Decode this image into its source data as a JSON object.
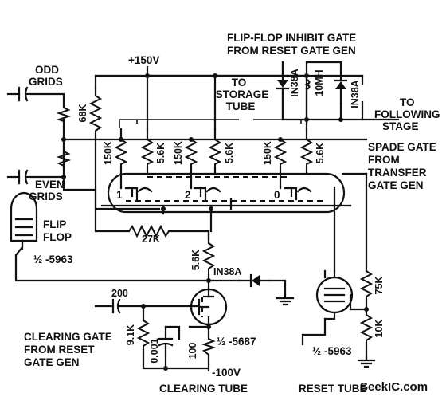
{
  "labels": {
    "supply_plus": "+150V",
    "inhibit_line1": "FLIP-FLOP INHIBIT GATE",
    "inhibit_line2": "FROM RESET GATE GEN",
    "storage_line1": "TO",
    "storage_line2": "STORAGE",
    "storage_line3": "TUBE",
    "following_line1": "TO",
    "following_line2": "FOLLOWING",
    "following_line3": "STAGE",
    "spade_line1": "SPADE GATE",
    "spade_line2": "FROM",
    "spade_line3": "TRANSFER",
    "spade_line4": "GATE GEN",
    "odd_line1": "ODD",
    "odd_line2": "GRIDS",
    "even_line1": "EVEN",
    "even_line2": "GRIDS",
    "flip_line1": "FLIP",
    "flip_line2": "FLOP",
    "half_5963_left": "½ -5963",
    "half_5963_right": "½ -5963",
    "half_5687": "½ -5687",
    "clearing_line1": "CLEARING GATE",
    "clearing_line2": "FROM RESET",
    "clearing_line3": "GATE GEN",
    "clearing_tube": "CLEARING TUBE",
    "reset_tube": "RESET TUBE",
    "neg_supply": "-100V",
    "watermark": "SeekIC.com"
  },
  "components": {
    "r68k": "68K",
    "r150k_1": "150K",
    "r56k_1": "5.6K",
    "r150k_2": "150K",
    "r56k_2": "5.6K",
    "r150k_3": "150K",
    "r56k_3": "5.6K",
    "r27k": "27K",
    "r56k_4": "5.6K",
    "diode_mid": "IN38A",
    "diode_top_left": "IN38A",
    "inductor": "10MH",
    "diode_top_right": "IN38A",
    "c200": "200",
    "r91k": "9.1K",
    "c0001": "0.001",
    "r100": "100",
    "r75k": "75K",
    "r10k": "10K"
  },
  "tube_pins": {
    "pin1": "1",
    "pin2": "2",
    "pin0": "0"
  }
}
